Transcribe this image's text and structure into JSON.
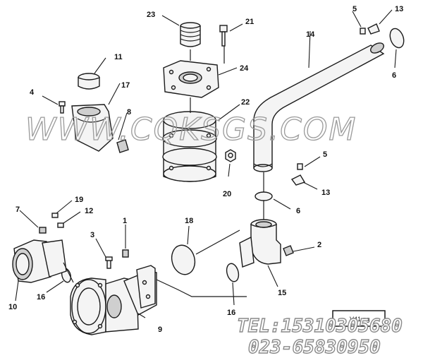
{
  "callouts": {
    "c1": "1",
    "c2": "2",
    "c3": "3",
    "c4": "4",
    "c5a": "5",
    "c5b": "5",
    "c6a": "6",
    "c6b": "6",
    "c7": "7",
    "c8": "8",
    "c9": "9",
    "c10": "10",
    "c11": "11",
    "c12": "12",
    "c13a": "13",
    "c13b": "13",
    "c14": "14",
    "c15": "15",
    "c16a": "16",
    "c16b": "16",
    "c17": "17",
    "c18": "18",
    "c19": "19",
    "c20": "20",
    "c21": "21",
    "c22": "22",
    "c23": "23",
    "c24": "24"
  },
  "watermark": "WWW.CQKSGS.COM",
  "contact": {
    "tel": "TEL:15310305680",
    "phone": "023-65830950"
  },
  "stamp": "V41 ng",
  "colors": {
    "ink": "#1a1a1a",
    "watermark": "#9a9a9a"
  }
}
